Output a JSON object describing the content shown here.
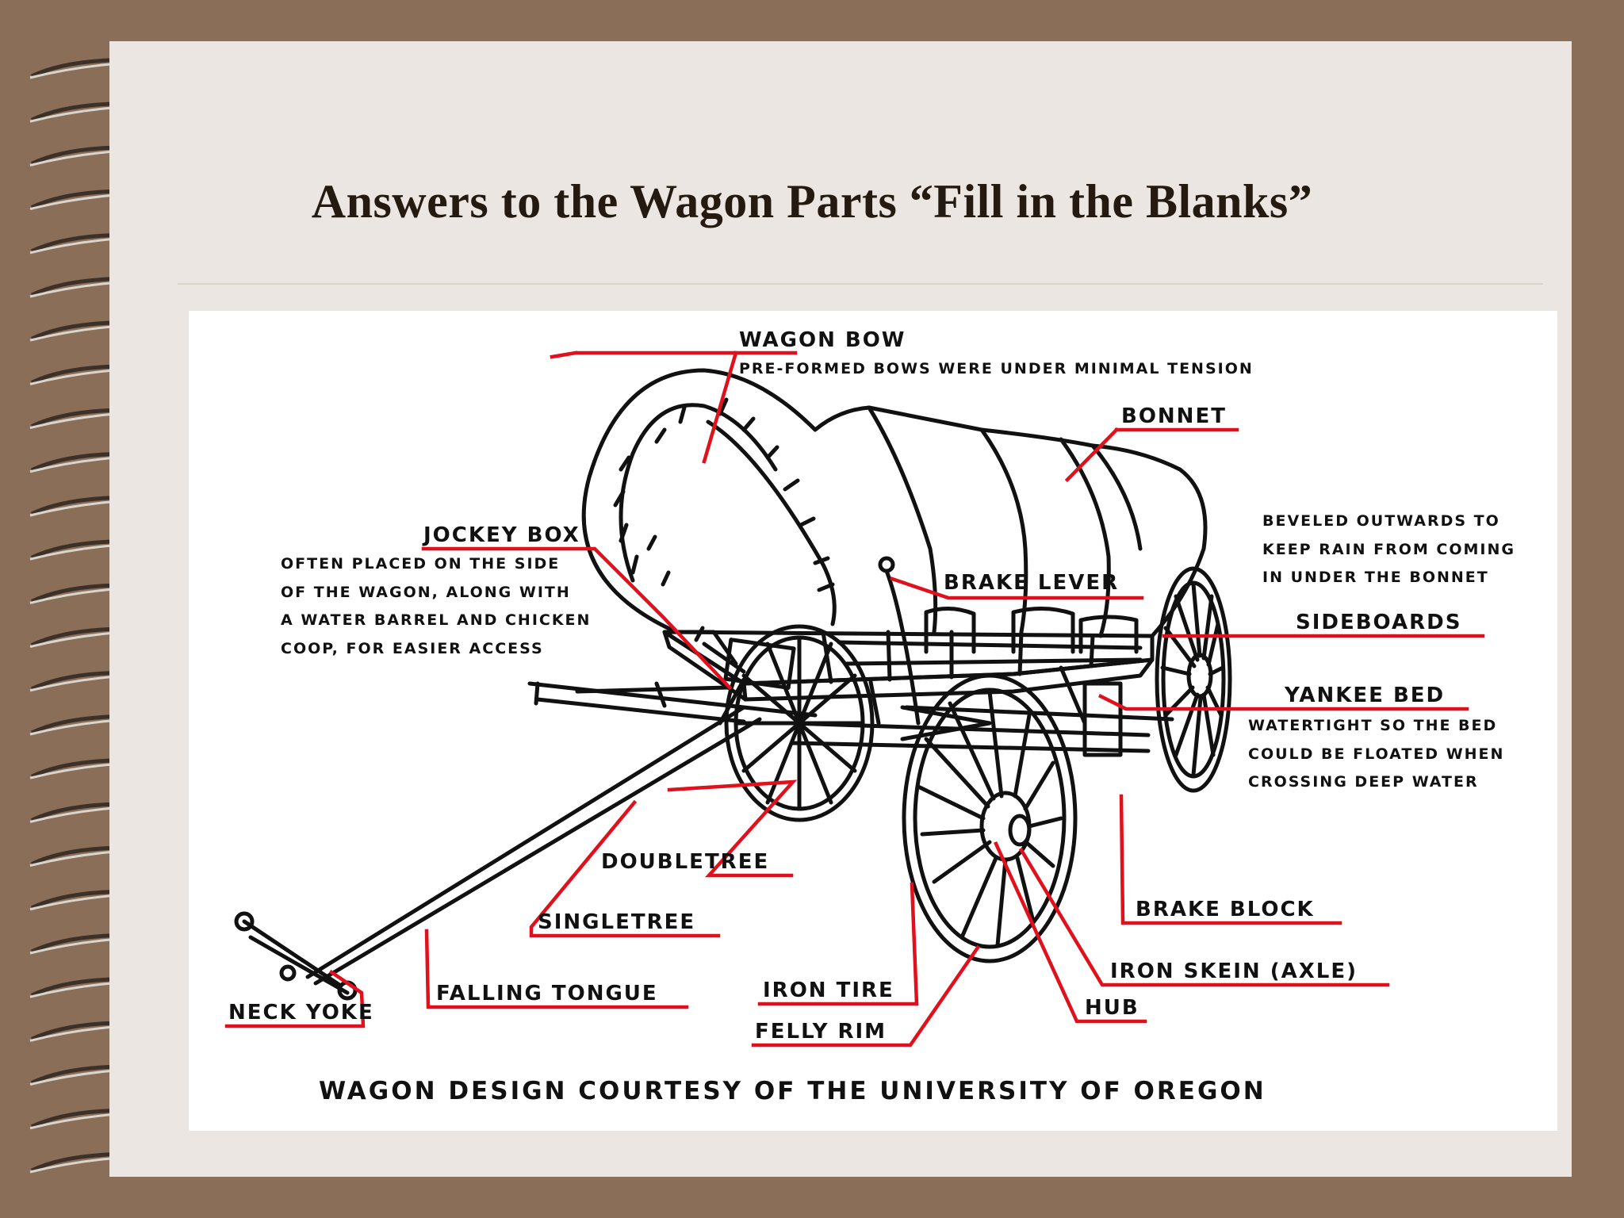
{
  "slide": {
    "title": "Answers to the Wagon Parts “Fill in the Blanks”"
  },
  "labels": {
    "wagon_bow": "WAGON BOW",
    "bonnet": "BONNET",
    "jockey_box": "JOCKEY BOX",
    "brake_lever": "BRAKE LEVER",
    "sideboards": "SIDEBOARDS",
    "yankee_bed": "YANKEE BED",
    "doubletree": "DOUBLETREE",
    "singletree": "SINGLETREE",
    "falling_tongue": "FALLING TONGUE",
    "neck_yoke": "NECK YOKE",
    "iron_tire": "IRON TIRE",
    "felly_rim": "FELLY RIM",
    "brake_block": "BRAKE BLOCK",
    "iron_skein": "IRON SKEIN (AXLE)",
    "hub": "HUB"
  },
  "notes": {
    "wagon_bow": "PRE-FORMED BOWS WERE UNDER MINIMAL TENSION",
    "jockey_box": [
      "OFTEN PLACED ON THE SIDE",
      "OF THE WAGON, ALONG WITH",
      "A WATER BARREL AND CHICKEN",
      "COOP, FOR EASIER ACCESS"
    ],
    "sideboards": [
      "BEVELED OUTWARDS TO",
      "KEEP RAIN FROM COMING",
      "IN UNDER THE BONNET"
    ],
    "yankee_bed": [
      "WATERTIGHT SO THE BED",
      "COULD BE FLOATED WHEN",
      "CROSSING DEEP WATER"
    ]
  },
  "credit": "WAGON DESIGN COURTESY OF THE UNIVERSITY OF OREGON",
  "colors": {
    "frame": "#8b6e58",
    "page": "#ebe6e2",
    "leader": "#e0101c",
    "ink": "#111111"
  }
}
